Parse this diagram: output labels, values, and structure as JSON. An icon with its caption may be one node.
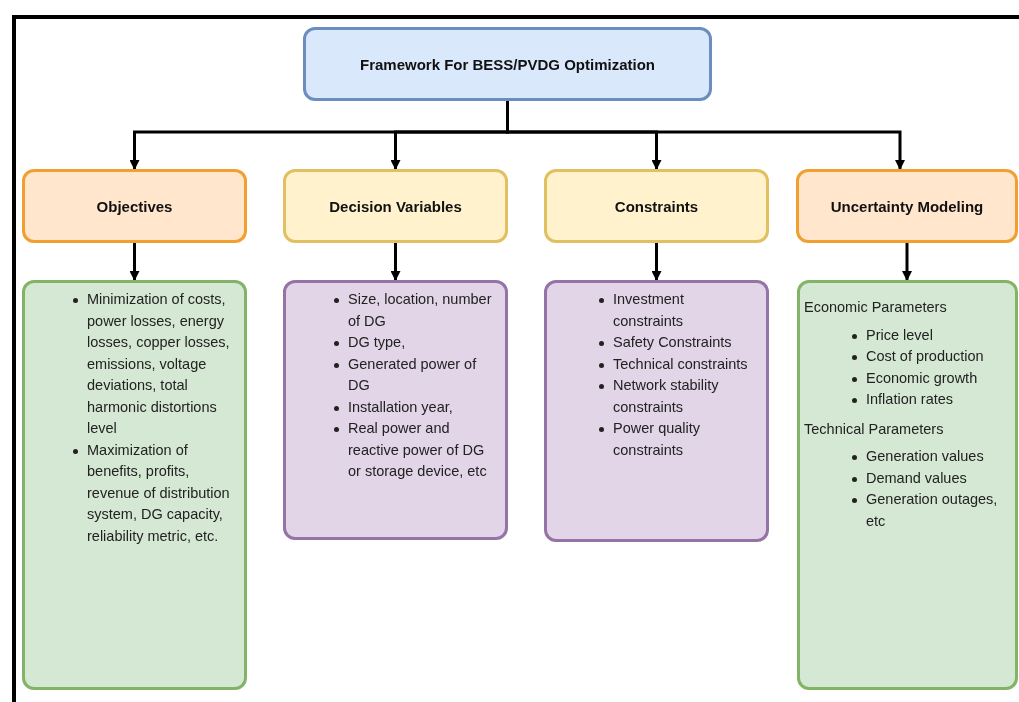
{
  "diagram": {
    "nodes": [
      {
        "text": [
          "Framework For BESS/PVDG Optimization"
        ]
      },
      {
        "text": [
          "Objectives"
        ]
      },
      {
        "text": [
          "Decision Variables"
        ]
      },
      {
        "text": [
          "Constraints"
        ]
      },
      {
        "text": [
          "Uncertainty Modeling"
        ]
      },
      {
        "text": [
          "Minimization of costs, power losses, energy losses, copper losses, emissions, voltage deviations, total harmonic distortions level",
          "Maximization of benefits, profits, revenue of distribution system, DG capacity, reliability metric, etc."
        ]
      },
      {
        "text": [
          "Size, location, number of DG",
          "DG type,",
          "Generated power of DG",
          "Installation year,",
          "Real power and reactive power of DG or storage device, etc"
        ]
      },
      {
        "text": [
          "Investment constraints",
          "Safety Constraints",
          "Technical constraints",
          "Network stability constraints",
          "Power quality constraints"
        ]
      },
      {
        "text": [
          "Economic Parameters",
          "Price level",
          "Cost of production",
          "Economic growth",
          "Inflation rates",
          "Technical Parameters",
          "Generation values",
          "Demand values",
          "Generation outages, etc"
        ]
      }
    ],
    "edges": [
      {
        "from": 0,
        "to": 1,
        "arrow": "to"
      },
      {
        "from": 0,
        "to": 2,
        "arrow": "to"
      },
      {
        "from": 0,
        "to": 3,
        "arrow": "to"
      },
      {
        "from": 0,
        "to": 4,
        "arrow": "to"
      },
      {
        "from": 1,
        "to": 5,
        "arrow": "to"
      },
      {
        "from": 2,
        "to": 6,
        "arrow": "to"
      },
      {
        "from": 3,
        "to": 7,
        "arrow": "to"
      },
      {
        "from": 4,
        "to": 8,
        "arrow": "to"
      }
    ]
  }
}
